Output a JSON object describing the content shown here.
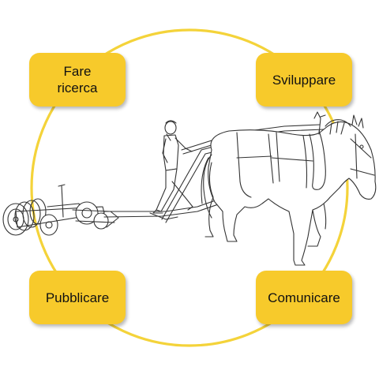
{
  "boxes": {
    "research": {
      "line1": "Fare",
      "line2": "ricerca"
    },
    "develop": {
      "label": "Sviluppare"
    },
    "publish": {
      "label": "Pubblicare"
    },
    "communicate": {
      "label": "Comunicare"
    }
  },
  "colors": {
    "box_fill": "#f7ca2b",
    "ring": "#f4d33a",
    "line_art": "#333333"
  },
  "illustration": {
    "icon": "horse-drawn-plough-icon"
  }
}
